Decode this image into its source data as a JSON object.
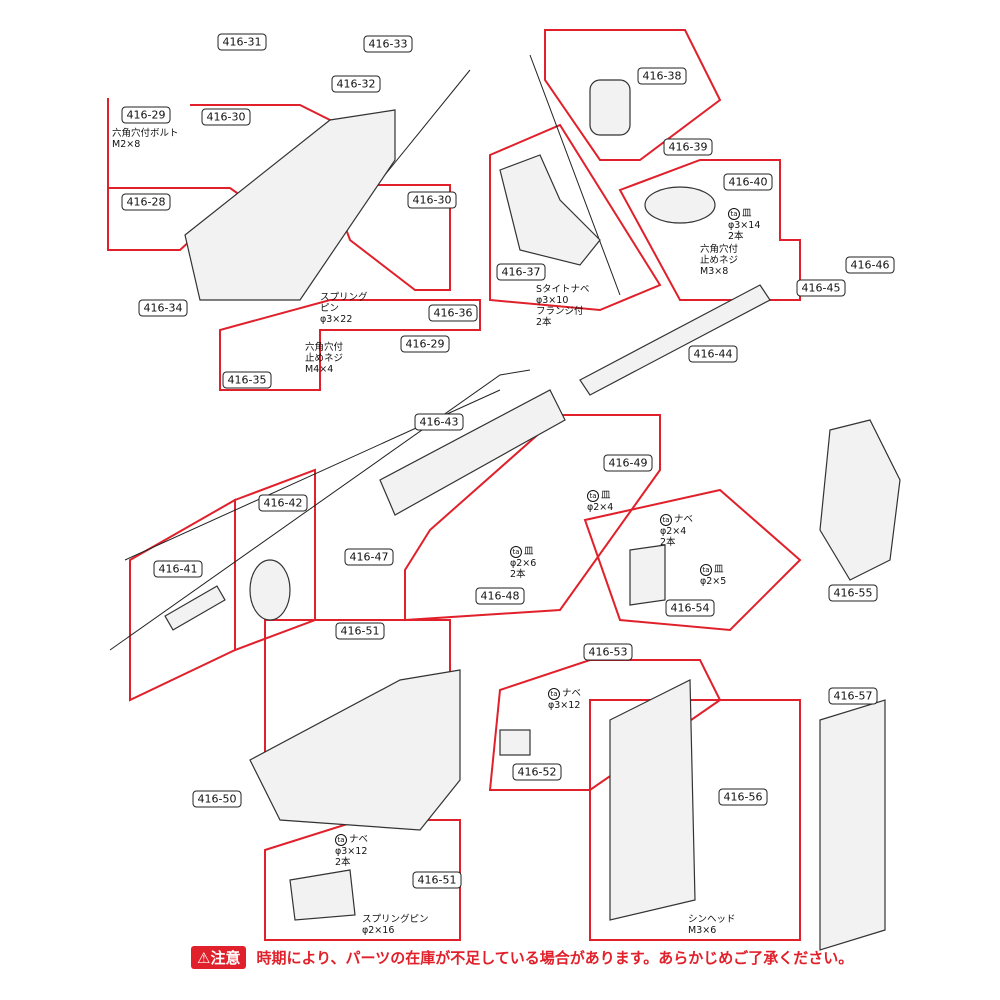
{
  "labels": {
    "p31": "416-31",
    "p33": "416-33",
    "p32": "416-32",
    "p29a": "416-29",
    "p30a": "416-30",
    "p28": "416-28",
    "p30b": "416-30",
    "p34": "416-34",
    "p36": "416-36",
    "p29b": "416-29",
    "p35": "416-35",
    "p38": "416-38",
    "p39": "416-39",
    "p40": "416-40",
    "p37": "416-37",
    "p46": "416-46",
    "p45": "416-45",
    "p44": "416-44",
    "p43": "416-43",
    "p49": "416-49",
    "p42": "416-42",
    "p47": "416-47",
    "p41": "416-41",
    "p48": "416-48",
    "p54": "416-54",
    "p55": "416-55",
    "p51a": "416-51",
    "p53": "416-53",
    "p57": "416-57",
    "p52": "416-52",
    "p50": "416-50",
    "p56": "416-56",
    "p51b": "416-51"
  },
  "notes": {
    "n1": "六角穴付ボルト\nM2×8",
    "n2": "スプリング\nピン\nφ3×22",
    "n3": "六角穴付\n止めネジ\nM4×4",
    "n4": "Sタイトナベ\nφ3×10\nフランジ付\n2本",
    "n5": "皿\nφ3×14\n2本",
    "n6": "六角穴付\n止めネジ\nM3×8",
    "n7": "皿\nφ2×4",
    "n8": "皿\nφ2×6\n2本",
    "n9": "ナベ\nφ2×4\n2本",
    "n10": "皿\nφ2×5",
    "n11": "ナベ\nφ3×12",
    "n12": "ナベ\nφ3×12\n2本",
    "n13": "スプリングピン\nφ2×16",
    "n14": "シンヘッド\nM3×6",
    "ta": "ta"
  },
  "notice": {
    "badge": "⚠注意",
    "text": "時期により、パーツの在庫が不足している場合があります。あらかじめご了承ください。"
  },
  "colors": {
    "outline": "#e0202a",
    "part": "#555555"
  }
}
